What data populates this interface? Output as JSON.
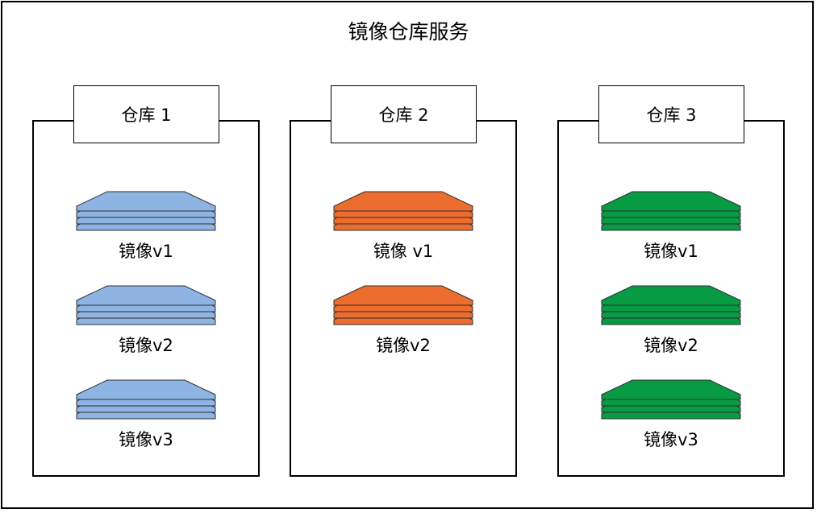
{
  "title": "镜像仓库服务",
  "colors": {
    "blue": "#8eb4e3",
    "orange": "#ed6d2e",
    "green": "#079b44",
    "stroke": "#2f2f2f"
  },
  "repos": [
    {
      "label": "仓库 1",
      "color": "blue",
      "images": [
        {
          "label": "镜像v1"
        },
        {
          "label": "镜像v2"
        },
        {
          "label": "镜像v3"
        }
      ]
    },
    {
      "label": "仓库 2",
      "color": "orange",
      "images": [
        {
          "label": "镜像 v1"
        },
        {
          "label": "镜像v2"
        }
      ]
    },
    {
      "label": "仓库 3",
      "color": "green",
      "images": [
        {
          "label": "镜像v1"
        },
        {
          "label": "镜像v2"
        },
        {
          "label": "镜像v3"
        }
      ]
    }
  ]
}
